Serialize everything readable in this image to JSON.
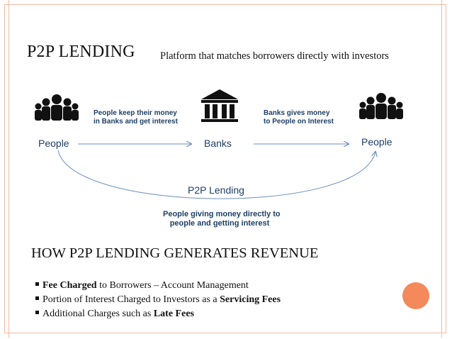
{
  "slide": {
    "title": "P2P LENDING",
    "subtitle": "Platform that matches borrowers directly with investors"
  },
  "diagram": {
    "left_node": "People",
    "center_node": "Banks",
    "right_node": "People",
    "arrow1_label_line1": "People keep their money",
    "arrow1_label_line2": "in Banks and get interest",
    "arrow2_label_line1": "Banks gives money",
    "arrow2_label_line2": "to People on Interest",
    "curve_label": "P2P Lending",
    "curve_sub_line1": "People giving money directly to",
    "curve_sub_line2": "people and getting interest",
    "icons": [
      "people-group-icon",
      "bank-icon",
      "people-group-icon"
    ],
    "text_color": "#1e3f66",
    "arrow_color": "#6c8fc0"
  },
  "revenue": {
    "heading": "HOW P2P LENDING GENERATES REVENUE",
    "items": [
      {
        "bold": "Fee Charged",
        "rest": " to Borrowers – Account Management",
        "bold2": ""
      },
      {
        "bold": "",
        "rest": "Portion of Interest Charged to Investors as a ",
        "bold2": "Servicing Fees"
      },
      {
        "bold": "",
        "rest": "Additional Charges such as ",
        "bold2": "Late Fees"
      }
    ]
  },
  "colors": {
    "frame": "#f2b9a4",
    "accent": "#f4895c"
  }
}
